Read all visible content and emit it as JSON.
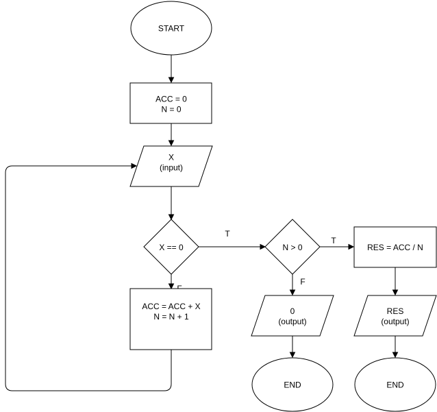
{
  "diagram": {
    "nodes": {
      "start": {
        "lines": [
          "START"
        ]
      },
      "init": {
        "lines": [
          "ACC = 0",
          "N = 0"
        ]
      },
      "input_x": {
        "lines": [
          "X",
          "(input)"
        ]
      },
      "check_x": {
        "lines": [
          "X == 0"
        ]
      },
      "accumulate": {
        "lines": [
          "ACC = ACC + X",
          "N = N + 1"
        ]
      },
      "check_n": {
        "lines": [
          "N > 0"
        ]
      },
      "compute_res": {
        "lines": [
          "RES = ACC / N"
        ]
      },
      "output_zero": {
        "lines": [
          "0",
          "(output)"
        ]
      },
      "output_res": {
        "lines": [
          "RES",
          "(output)"
        ]
      },
      "end_left": {
        "lines": [
          "END"
        ]
      },
      "end_right": {
        "lines": [
          "END"
        ]
      }
    },
    "edge_labels": {
      "check_x_true": "T",
      "check_x_false": "F",
      "check_n_true": "T",
      "check_n_false": "F"
    }
  }
}
